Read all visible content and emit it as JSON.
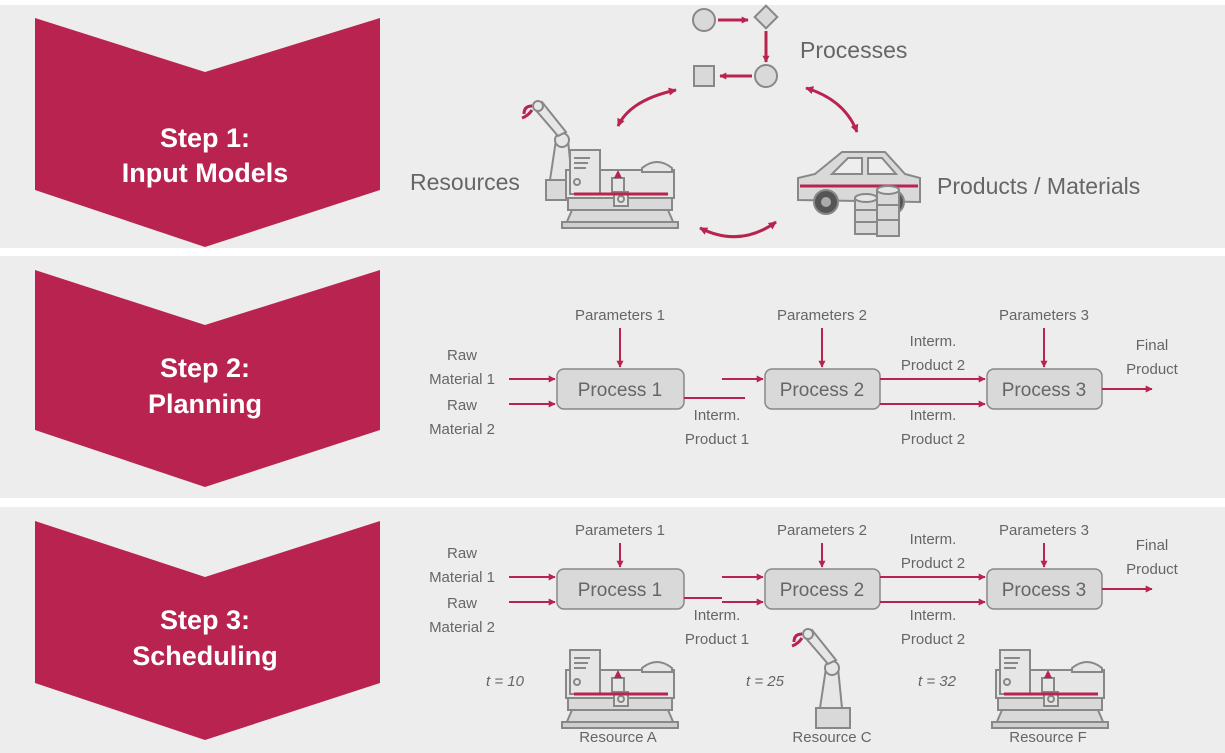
{
  "steps": [
    {
      "line1": "Step 1:",
      "line2": "Input Models"
    },
    {
      "line1": "Step 2:",
      "line2": "Planning"
    },
    {
      "line1": "Step 3:",
      "line2": "Scheduling"
    }
  ],
  "models": {
    "processes": "Processes",
    "resources": "Resources",
    "products": "Products / Materials"
  },
  "planning": {
    "params": [
      "Parameters 1",
      "Parameters 2",
      "Parameters 3"
    ],
    "processes": [
      "Process 1",
      "Process 2",
      "Process 3"
    ],
    "raw1": [
      "Raw",
      "Material 1"
    ],
    "raw2": [
      "Raw",
      "Material 2"
    ],
    "interm1": [
      "Interm.",
      "Product 1"
    ],
    "interm2_top": [
      "Interm.",
      "Product 2"
    ],
    "interm2_bottom": [
      "Interm.",
      "Product 2"
    ],
    "final": [
      "Final",
      "Product"
    ]
  },
  "scheduling": {
    "params": [
      "Parameters 1",
      "Parameters 2",
      "Parameters 3"
    ],
    "processes": [
      "Process 1",
      "Process 2",
      "Process 3"
    ],
    "raw1": [
      "Raw",
      "Material 1"
    ],
    "raw2": [
      "Raw",
      "Material 2"
    ],
    "interm1": [
      "Interm.",
      "Product 1"
    ],
    "interm2_top": [
      "Interm.",
      "Product 2"
    ],
    "interm2_bottom": [
      "Interm.",
      "Product 2"
    ],
    "final": [
      "Final",
      "Product"
    ],
    "times": [
      "t = 10",
      "t = 25",
      "t = 32"
    ],
    "resources": [
      "Resource A",
      "Resource C",
      "Resource F"
    ]
  },
  "colors": {
    "accent": "#b8234f",
    "panel": "#ededed",
    "box_fill": "#d9d9d9",
    "text": "#666666"
  }
}
